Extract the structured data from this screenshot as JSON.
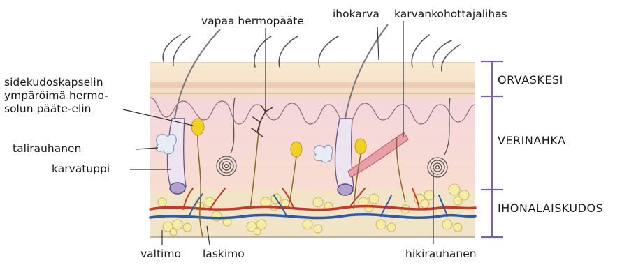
{
  "labels": {
    "free_nerve_ending": "vapaa hermopääte",
    "hair": "ihokarva",
    "arrector_pili": "karvankohottajalihas",
    "capsule_line1": "sidekudoskapselin",
    "capsule_line2": "ympäröimä hermo-",
    "capsule_line3": "solun pääte-elin",
    "sebaceous_gland": "talirauhanen",
    "hair_follicle": "karvatuppi",
    "artery": "valtimo",
    "vein": "laskimo",
    "sweat_gland": "hikirauhanen"
  },
  "layers": {
    "epidermis": "ORVASKESI",
    "dermis": "VERINAHKA",
    "subcutis": "IHONALAISKUDOS"
  },
  "colors": {
    "epidermis": "#f7e3c2",
    "dermis": "#f6d6d2",
    "subcutis": "#f3e6c8",
    "fat": "#f4eea4",
    "artery": "#c8362c",
    "vein": "#2f5aa8",
    "nerve": "#8a6a2a",
    "bracket": "#7a62a8"
  }
}
